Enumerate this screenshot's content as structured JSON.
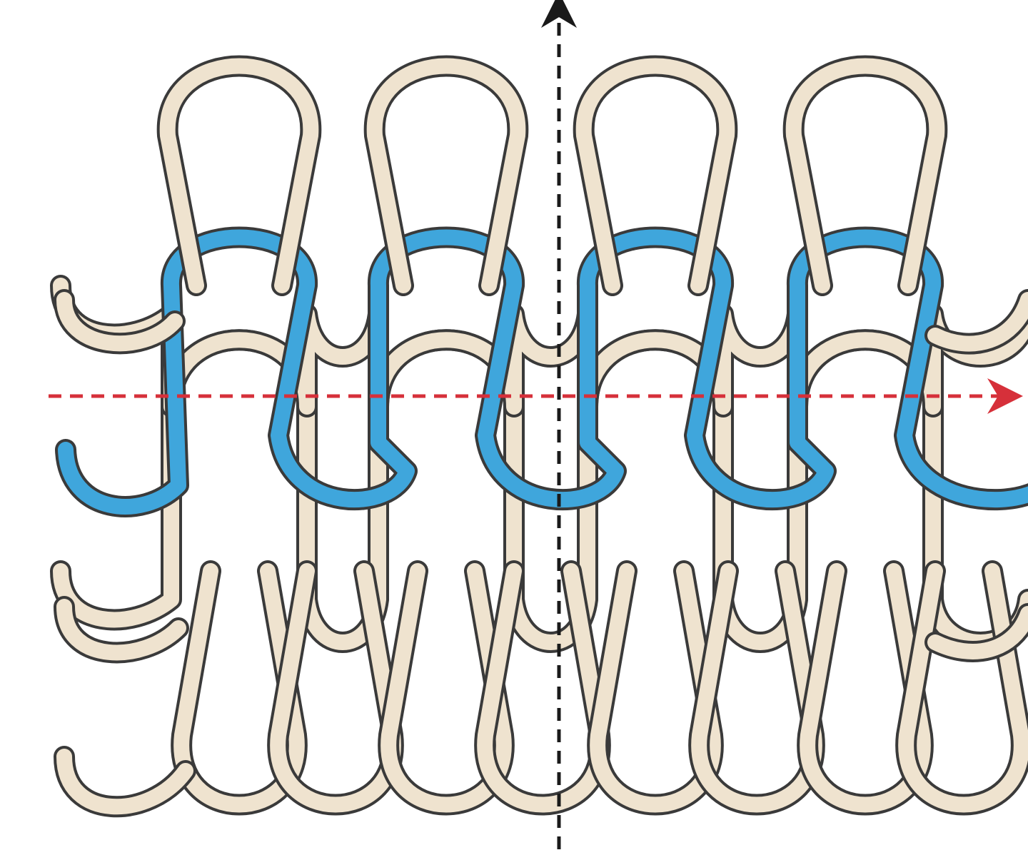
{
  "colors": {
    "background": "#ffffff",
    "yarn_beige": "#efe3cf",
    "yarn_blue": "#3fa6dc",
    "yarn_outline": "#3a3a3a",
    "wale_arrow": "#1a1a1a",
    "course_arrow": "#d6303a"
  },
  "diagram": {
    "rows": [
      {
        "name": "upper-loop-row",
        "color": "beige",
        "count": 4
      },
      {
        "name": "highlighted-course",
        "color": "blue",
        "count": 4
      },
      {
        "name": "middle-course",
        "color": "beige",
        "count": 4
      },
      {
        "name": "lower-course",
        "color": "beige",
        "count": 4
      }
    ],
    "arrows": [
      {
        "name": "wale-direction-arrow",
        "orientation": "vertical",
        "direction": "up",
        "style": "dashed",
        "color": "black"
      },
      {
        "name": "course-direction-arrow",
        "orientation": "horizontal",
        "direction": "right",
        "style": "dashed",
        "color": "red"
      }
    ]
  }
}
